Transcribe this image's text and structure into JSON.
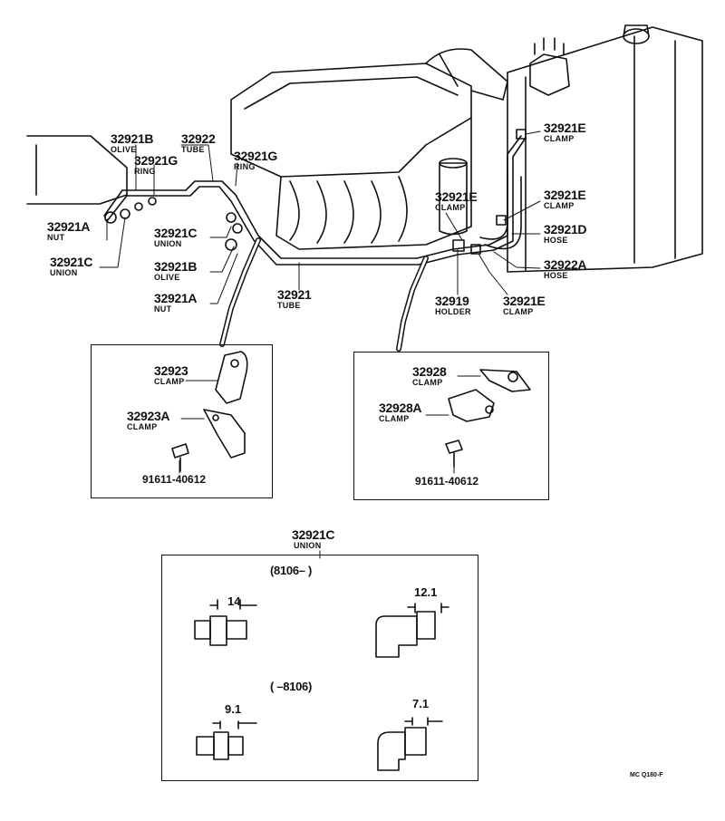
{
  "callouts": [
    {
      "id": "nut_top",
      "number": "32921A",
      "name": "NUT"
    },
    {
      "id": "union_left",
      "number": "32921C",
      "name": "UNION"
    },
    {
      "id": "olive_top",
      "number": "32921B",
      "name": "OLIVE"
    },
    {
      "id": "ring_left",
      "number": "32921G",
      "name": "RING"
    },
    {
      "id": "tube_top",
      "number": "32922",
      "name": "TUBE"
    },
    {
      "id": "ring_mid",
      "number": "32921G",
      "name": "RING"
    },
    {
      "id": "union_mid",
      "number": "32921C",
      "name": "UNION"
    },
    {
      "id": "olive_mid",
      "number": "32921B",
      "name": "OLIVE"
    },
    {
      "id": "nut_mid",
      "number": "32921A",
      "name": "NUT"
    },
    {
      "id": "tube_main",
      "number": "32921",
      "name": "TUBE"
    },
    {
      "id": "clamp_e1",
      "number": "32921E",
      "name": "CLAMP"
    },
    {
      "id": "clamp_e2",
      "number": "32921E",
      "name": "CLAMP"
    },
    {
      "id": "clamp_e3",
      "number": "32921E",
      "name": "CLAMP"
    },
    {
      "id": "hose_d",
      "number": "32921D",
      "name": "HOSE"
    },
    {
      "id": "hose_a",
      "number": "32922A",
      "name": "HOSE"
    },
    {
      "id": "holder",
      "number": "32919",
      "name": "HOLDER"
    },
    {
      "id": "clamp_e4",
      "number": "32921E",
      "name": "CLAMP"
    }
  ],
  "detail_left": {
    "parts": [
      {
        "number": "32923",
        "name": "CLAMP"
      },
      {
        "number": "32923A",
        "name": "CLAMP"
      }
    ],
    "bolt": "91611-40612"
  },
  "detail_right": {
    "parts": [
      {
        "number": "32928",
        "name": "CLAMP"
      },
      {
        "number": "32928A",
        "name": "CLAMP"
      }
    ],
    "bolt": "91611-40612"
  },
  "union_detail": {
    "number": "32921C",
    "name": "UNION",
    "range_new": "(8106–        )",
    "range_old": "(        –8106)",
    "dims": [
      "14",
      "12.1",
      "9.1",
      "7.1"
    ]
  },
  "figure_code": "MC Q180-F"
}
